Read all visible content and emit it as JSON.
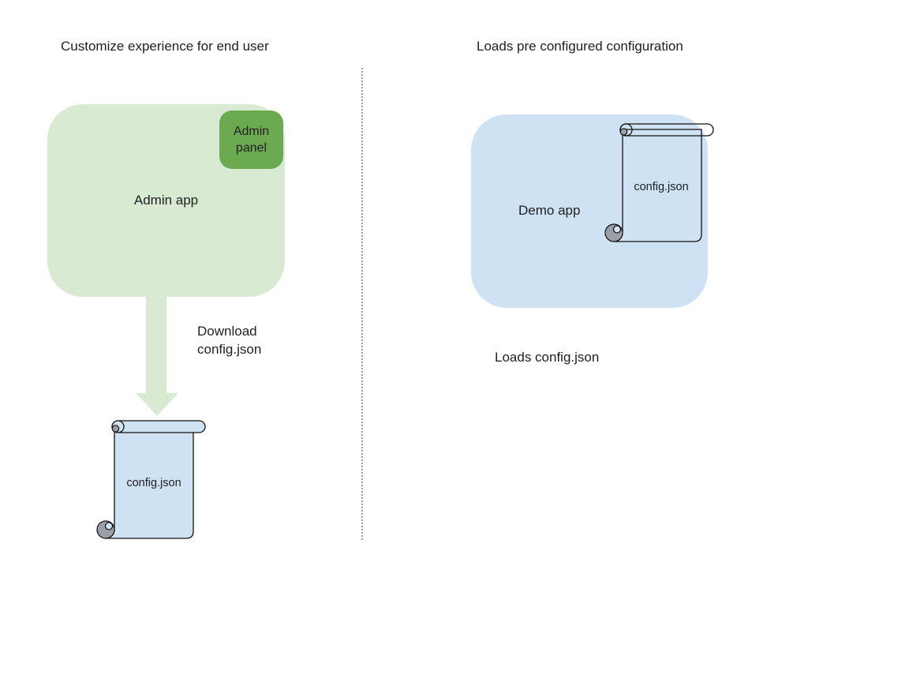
{
  "left": {
    "title": "Customize experience for end user",
    "admin_app_label": "Admin app",
    "admin_panel_label": "Admin panel",
    "arrow_label_line1": "Download",
    "arrow_label_line2": "config.json",
    "scroll_label": "config.json"
  },
  "right": {
    "title": "Loads pre configured configuration",
    "demo_app_label": "Demo app",
    "scroll_label": "config.json",
    "caption": "Loads config.json"
  },
  "colors": {
    "light_green": "#d9ead3",
    "green": "#6caa52",
    "light_blue": "#cfe2f3",
    "curl_gray": "#9aa0a6",
    "divider_gray": "#9e9e9e",
    "outline": "#111111",
    "text": "#1f1f1f"
  }
}
